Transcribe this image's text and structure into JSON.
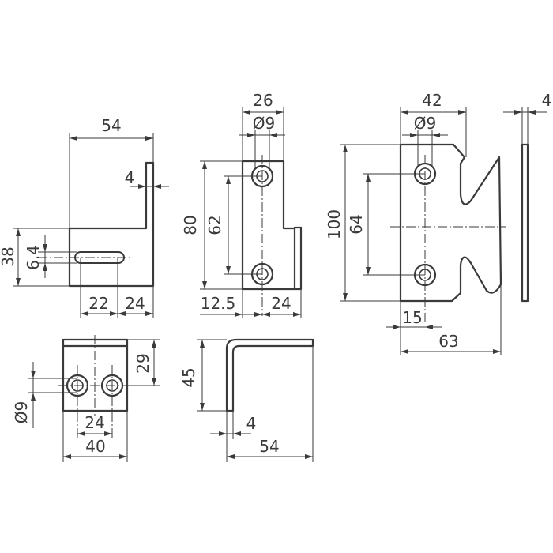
{
  "colors": {
    "stroke": "#3a3a3a",
    "background": "#ffffff"
  },
  "dimensions": {
    "view1_width": "54",
    "view1_thickness": "4",
    "view1_height": "38",
    "view1_slot_width": "6.4",
    "view1_left": "22",
    "view1_right": "24",
    "view2_width": "26",
    "view2_hole_dia": "Ø9",
    "view2_height": "80",
    "view2_hole_spacing": "62",
    "view2_offset": "12.5",
    "view2_bottom": "24",
    "view3_width": "42",
    "view3_hole_dia": "Ø9",
    "view3_height": "100",
    "view3_hole_spacing": "64",
    "view3_hole_offset": "15",
    "view3_total_width": "63",
    "view4_thickness": "4",
    "view5_hole_dia": "Ø9",
    "view5_height": "29",
    "view5_hole_spacing": "24",
    "view5_width": "40",
    "view6_height": "45",
    "view6_thickness": "4",
    "view6_length": "54"
  }
}
